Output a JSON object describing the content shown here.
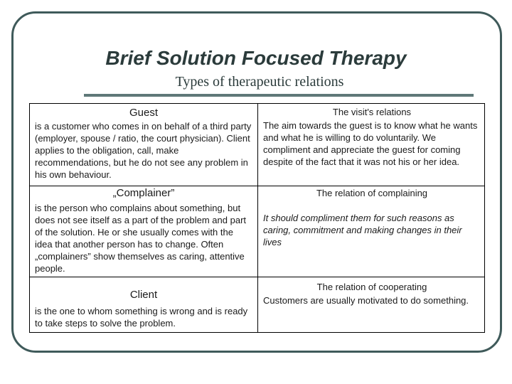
{
  "slide": {
    "title": "Brief Solution Focused Therapy",
    "subtitle": "Types of therapeutic relations"
  },
  "table": {
    "rows": [
      {
        "left_heading": "Guest",
        "left_text": "is a customer who comes in on behalf of a third party (employer, spouse / ratio, the court physician). Client applies to the obligation, call, make recommendations, but he do not see any problem in his own behaviour.",
        "right_heading": "The visit's relations",
        "right_text": "The aim towards the guest is to know what he wants and what he is willing to do voluntarily. We compliment and appreciate the guest for coming despite of the fact that it was not his or her idea."
      },
      {
        "left_heading": "„Complainer”",
        "left_text": "is the person who complains about something, but does not see itself as a part of the problem and part of the solution. He or she usually comes with the idea that another person has to change. Often „complainers” show themselves as caring, attentive people.",
        "right_heading": "The relation of complaining",
        "right_text": "It should compliment them for such reasons as caring, commitment and making changes in their lives"
      },
      {
        "left_heading": "Client",
        "left_text": "is the one to whom something is wrong and is ready to take steps to solve the problem.",
        "right_heading": "The relation of cooperating",
        "right_text": "Customers are usually motivated to do something."
      }
    ]
  }
}
